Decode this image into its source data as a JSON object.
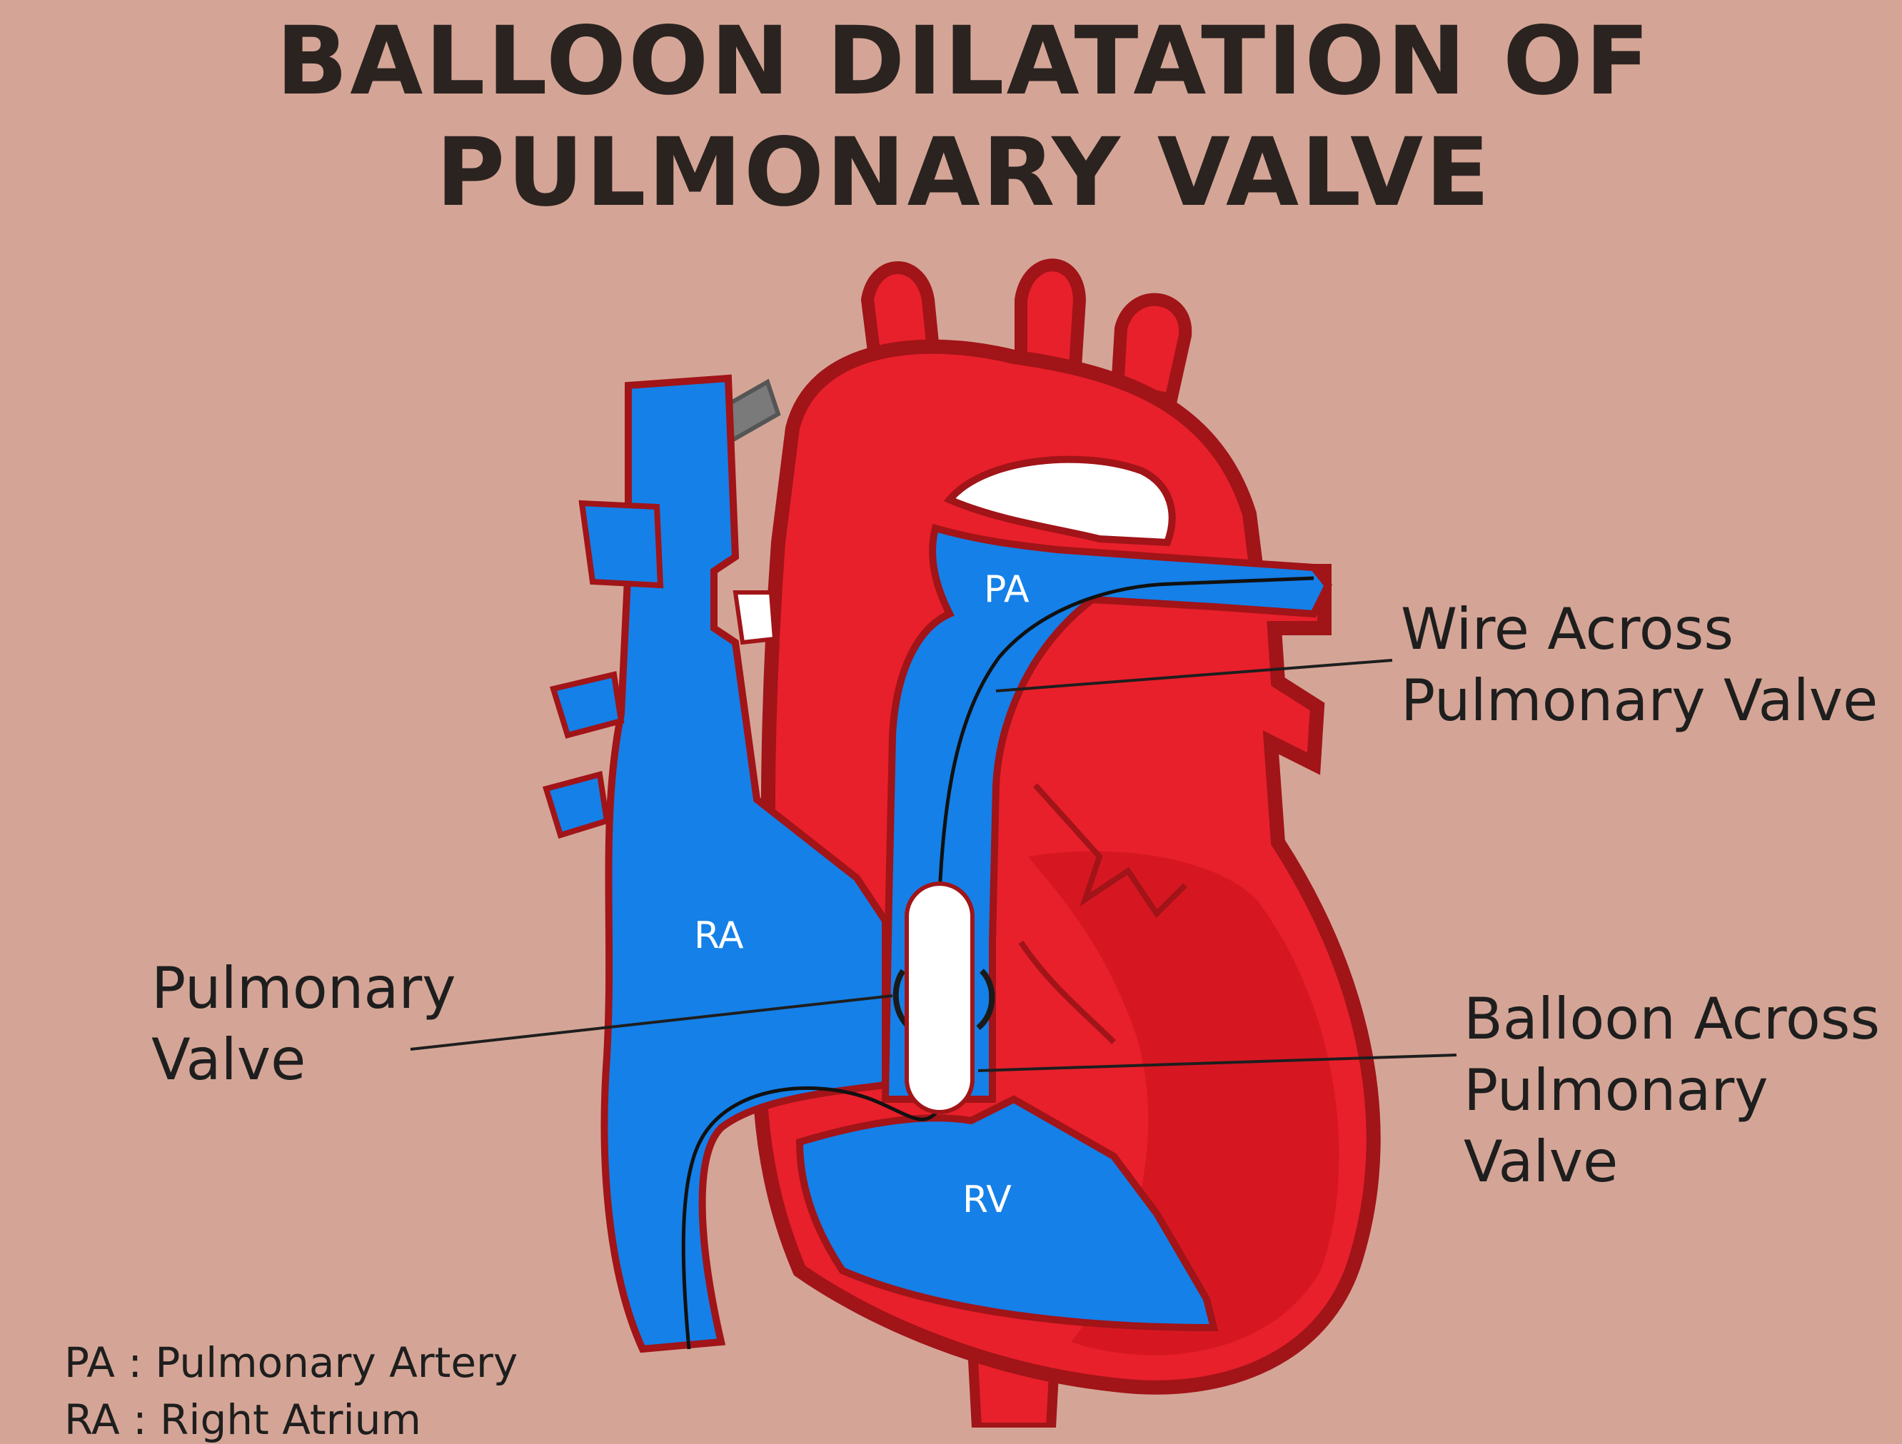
{
  "title": {
    "line1": "BALLOON DILATATION OF",
    "line2": "PULMONARY VALVE"
  },
  "labels": {
    "wire": [
      "Wire Across",
      "Pulmonary Valve"
    ],
    "balloon": [
      "Balloon Across",
      "Pulmonary Valve"
    ],
    "valve": [
      "Pulmonary",
      "Valve"
    ]
  },
  "chambers": {
    "pa": "PA",
    "ra": "RA",
    "rv": "RV"
  },
  "legend": [
    "PA : Pulmonary Artery",
    "RA : Right Atrium"
  ],
  "colors": {
    "background": "#d4a596",
    "oxygenated": "#e8202b",
    "deoxygenated": "#1580e8",
    "outline": "#a11418",
    "balloon": "#ffffff"
  }
}
